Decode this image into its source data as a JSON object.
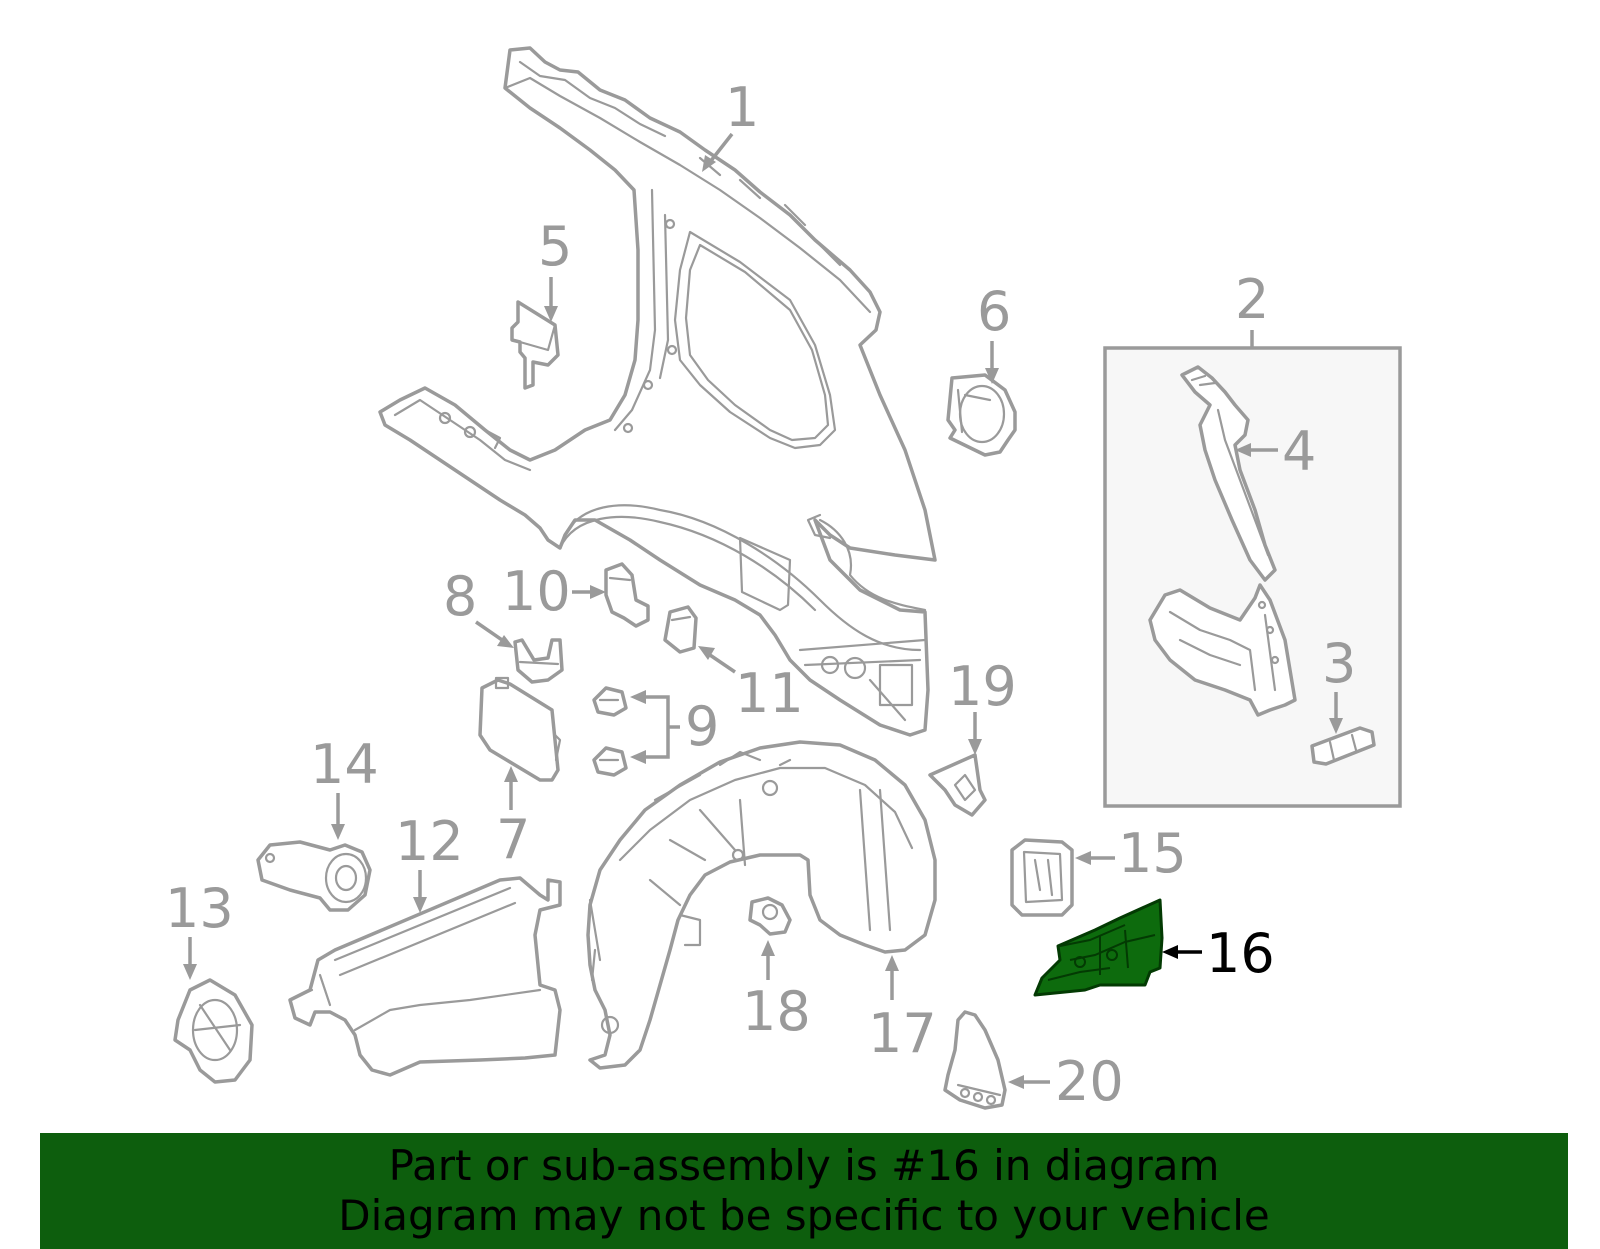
{
  "diagram": {
    "highlight_color": "#0d6b0d",
    "callouts": [
      {
        "id": "1",
        "label": "1"
      },
      {
        "id": "2",
        "label": "2"
      },
      {
        "id": "3",
        "label": "3"
      },
      {
        "id": "4",
        "label": "4"
      },
      {
        "id": "5",
        "label": "5"
      },
      {
        "id": "6",
        "label": "6"
      },
      {
        "id": "7",
        "label": "7"
      },
      {
        "id": "8",
        "label": "8"
      },
      {
        "id": "9",
        "label": "9"
      },
      {
        "id": "10",
        "label": "10"
      },
      {
        "id": "11",
        "label": "11"
      },
      {
        "id": "12",
        "label": "12"
      },
      {
        "id": "13",
        "label": "13"
      },
      {
        "id": "14",
        "label": "14"
      },
      {
        "id": "15",
        "label": "15"
      },
      {
        "id": "16",
        "label": "16",
        "highlighted": true
      },
      {
        "id": "17",
        "label": "17"
      },
      {
        "id": "18",
        "label": "18"
      },
      {
        "id": "19",
        "label": "19"
      },
      {
        "id": "20",
        "label": "20"
      }
    ]
  },
  "banner": {
    "background_color": "#0d5e0d",
    "line1": "Part or sub-assembly is #16 in diagram",
    "line2": "Diagram may not be specific to your vehicle"
  }
}
